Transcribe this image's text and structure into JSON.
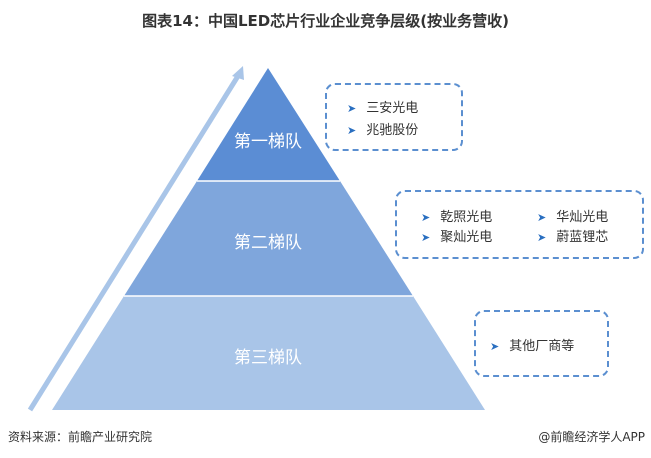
{
  "title": "图表14：中国LED芯片行业企业竞争层级(按业务营收)",
  "tiers": [
    {
      "label": "第一梯队",
      "color": "#5b8dd4",
      "companies": [
        "三安光电",
        "兆驰股份"
      ]
    },
    {
      "label": "第二梯队",
      "color": "#7fa6dc",
      "companies": [
        "乾照光电",
        "华灿光电",
        "聚灿光电",
        "蔚蓝锂芯"
      ]
    },
    {
      "label": "第三梯队",
      "color": "#a9c5e8",
      "companies": [
        "其他厂商等"
      ]
    }
  ],
  "icons": {
    "bullet": "chevron-right-icon"
  },
  "footer": {
    "source": "资料来源：前瞻产业研究院",
    "brand": "@前瞻经济学人APP"
  }
}
